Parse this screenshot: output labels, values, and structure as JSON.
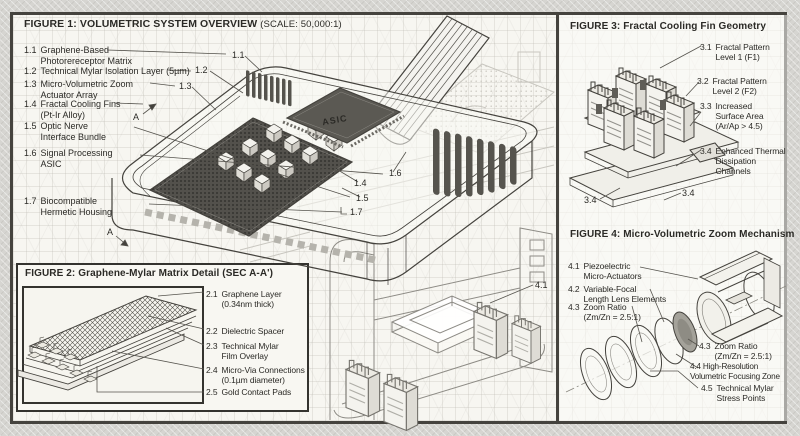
{
  "colors": {
    "paper": "#f7f6f1",
    "ink": "#2e2d29",
    "frame": "#413f3b",
    "margin": "#d4d3cf"
  },
  "fig1": {
    "title": "FIGURE 1: VOLUMETRIC SYSTEM OVERVIEW",
    "scale": "(SCALE: 50,000:1)",
    "labels": [
      {
        "num": "1.1",
        "text": "Graphene-Based\nPhotorereceptor Matrix"
      },
      {
        "num": "1.2",
        "text": "Technical Mylar Isolation Layer (5µm)"
      },
      {
        "num": "1.3",
        "text": "Micro-Volumetric Zoom\nActuator Array"
      },
      {
        "num": "1.4",
        "text": "Fractal Cooling Fins\n(Pt-Ir Alloy)"
      },
      {
        "num": "1.5",
        "text": "Optic Nerve\nInterface Bundle"
      },
      {
        "num": "1.6",
        "text": "Signal Processing\nASIC"
      },
      {
        "num": "1.7",
        "text": "Biocompatible\nHermetic Housing"
      }
    ],
    "callouts": {
      "c11": "1.1",
      "c12": "1.2",
      "c13": "1.3",
      "c14": "1.4",
      "c15": "1.5",
      "c16": "1.6",
      "c17": "1.7",
      "c41": "4.1",
      "section_a": "A",
      "section_a2": "A",
      "chip": "ASIC"
    }
  },
  "fig2": {
    "title": "FIGURE 2: Graphene-Mylar Matrix Detail (SEC A-A')",
    "labels": [
      {
        "num": "2.1",
        "text": "Graphene Layer\n(0.34nm thick)"
      },
      {
        "num": "2.2",
        "text": "Dielectric Spacer"
      },
      {
        "num": "2.3",
        "text": "Technical Mylar\nFilm Overlay"
      },
      {
        "num": "2.4",
        "text": "Micro-Via Connections\n(0.1µm diameter)"
      },
      {
        "num": "2.5",
        "text": "Gold Contact Pads"
      }
    ]
  },
  "fig3": {
    "title": "FIGURE 3: Fractal Cooling Fin Geometry",
    "labels": [
      {
        "num": "3.1",
        "text": "Fractal Pattern\nLevel 1 (F1)"
      },
      {
        "num": "3.2",
        "text": "Fractal Pattern\nLevel 2 (F2)"
      },
      {
        "num": "3.3",
        "text": "Increased\nSurface Area\n(Ar/Ap > 4.5)"
      },
      {
        "num": "3.4",
        "text": "Enhanced Thermal\nDissipation\nChannels"
      }
    ],
    "callouts": {
      "a": "3.4",
      "b": "3.4"
    }
  },
  "fig4": {
    "title": "FIGURE 4: Micro-Volumetric Zoom Mechanism",
    "labels_left": [
      {
        "num": "4.1",
        "text": "Piezoelectric\nMicro-Actuators"
      },
      {
        "num": "4.2",
        "text": "Variable-Focal\nLength Lens Elements"
      },
      {
        "num": "4.3",
        "text": "Zoom Ratio\n(Zm/Zn = 2.5:1)"
      }
    ],
    "labels_right": [
      {
        "num": "4.3",
        "text": "Zoom Ratio\n(Zm/Zn = 2.5:1)"
      },
      {
        "num": "4.4",
        "text": "High-Resolution\nVolumetric Focusing Zone"
      },
      {
        "num": "4.5",
        "text": "Technical Mylar\nStress Points"
      }
    ]
  }
}
